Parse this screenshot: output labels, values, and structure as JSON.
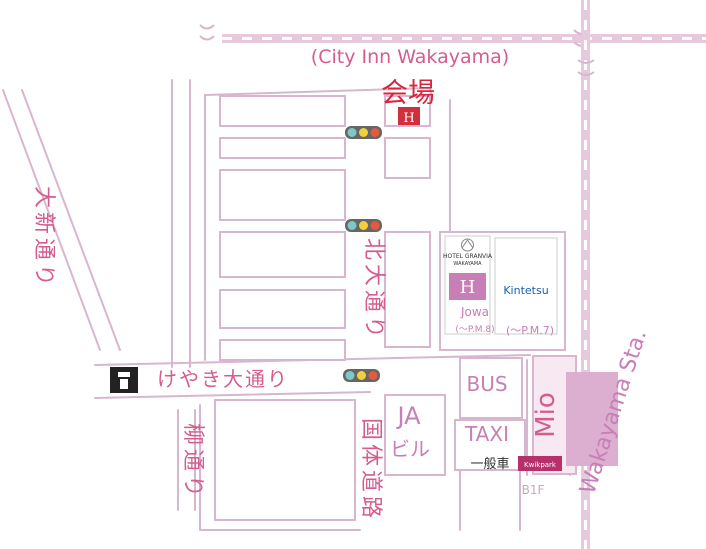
{
  "title_en": "(City Inn Wakayama)",
  "venue_label": "会場",
  "hotel_marker": "H",
  "streets": {
    "oshin": "大新通り",
    "keyaki": "けやき大通り",
    "kita": "北大通り",
    "kokutai": "国体道路",
    "yanagi": "柳通り"
  },
  "buildings": {
    "hotel_granvia_line1": "HOTEL GRANVIA",
    "hotel_granvia_line2": "WAKAYAMA",
    "kintetsu": "Kintetsu",
    "jowa": "Jowa",
    "jowa_hours": "(～P.M.8)",
    "kintetsu_hours": "(～P.M.7)",
    "bus": "BUS",
    "taxi": "TAXI",
    "ja_line1": "JA",
    "ja_line2": "ビル",
    "mio": "Mio",
    "parking_label": "一般車",
    "parking_sign": "Kwikpark",
    "b1f": "B1F",
    "station": "Wakayama Sta."
  },
  "colors": {
    "road": "#d9b6cf",
    "text_pink": "#d45c90",
    "railway": "#e6c9dd",
    "station": "#dcaed0",
    "hotel_box": "#d22f3c"
  }
}
